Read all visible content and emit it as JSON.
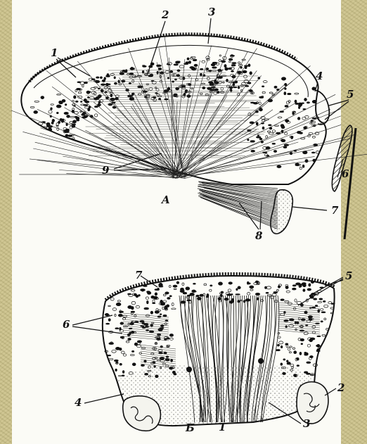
{
  "figure": {
    "panel_upper": {
      "panel_label": "A",
      "numbers": [
        "1",
        "2",
        "3",
        "4",
        "5",
        "6",
        "7",
        "8",
        "9"
      ]
    },
    "panel_lower": {
      "panel_label": "Б",
      "numbers": [
        "7",
        "5",
        "6",
        "4",
        "1",
        "2",
        "3"
      ]
    }
  }
}
